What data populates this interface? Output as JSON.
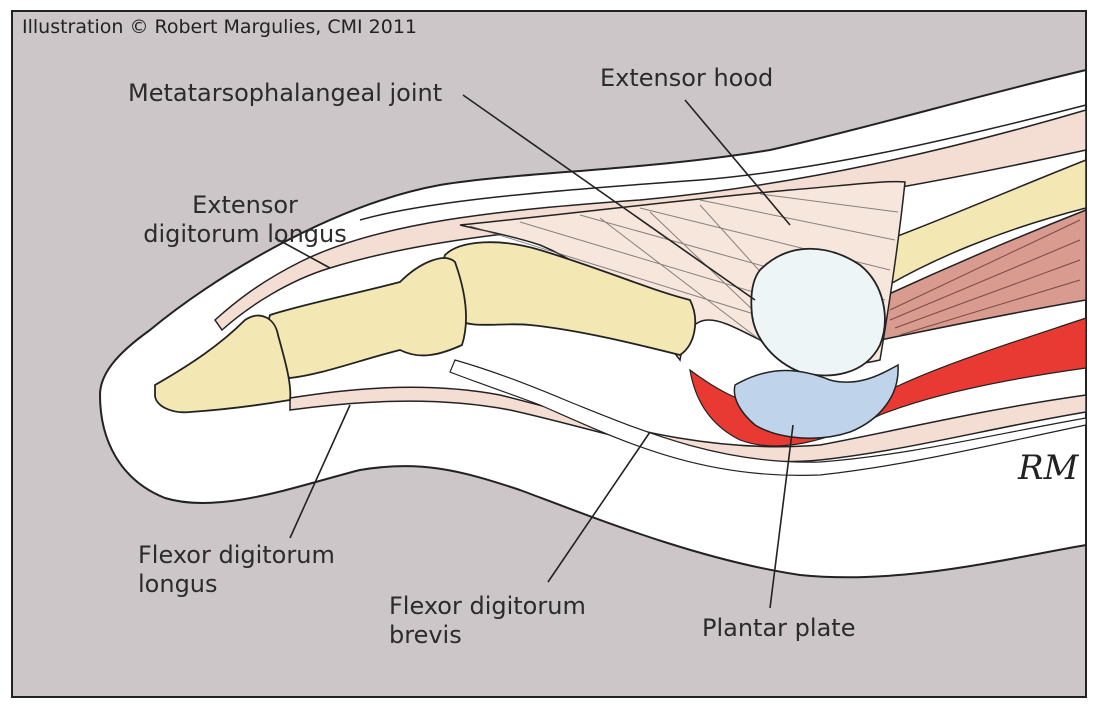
{
  "credit": "Illustration © Robert Margulies, CMI 2011",
  "signature": "RM",
  "labels": {
    "mtp_joint": "Metatarsophalangeal joint",
    "extensor_hood": "Extensor hood",
    "edl_line1": "Extensor",
    "edl_line2": "digitorum longus",
    "fdl_line1": "Flexor digitorum",
    "fdl_line2": "longus",
    "fdb_line1": "Flexor digitorum",
    "fdb_line2": "brevis",
    "plantar_plate": "Plantar plate"
  },
  "colors": {
    "background": "#cdc6c8",
    "skin": "#ffffff",
    "bone": "#f3e7b4",
    "tendon_sheath": "#f4ddd2",
    "muscle": "#d99a8f",
    "plantar_plate": "#bfd4ea",
    "red_structure": "#e83a33",
    "metatarsal_head": "#eef5f7"
  }
}
